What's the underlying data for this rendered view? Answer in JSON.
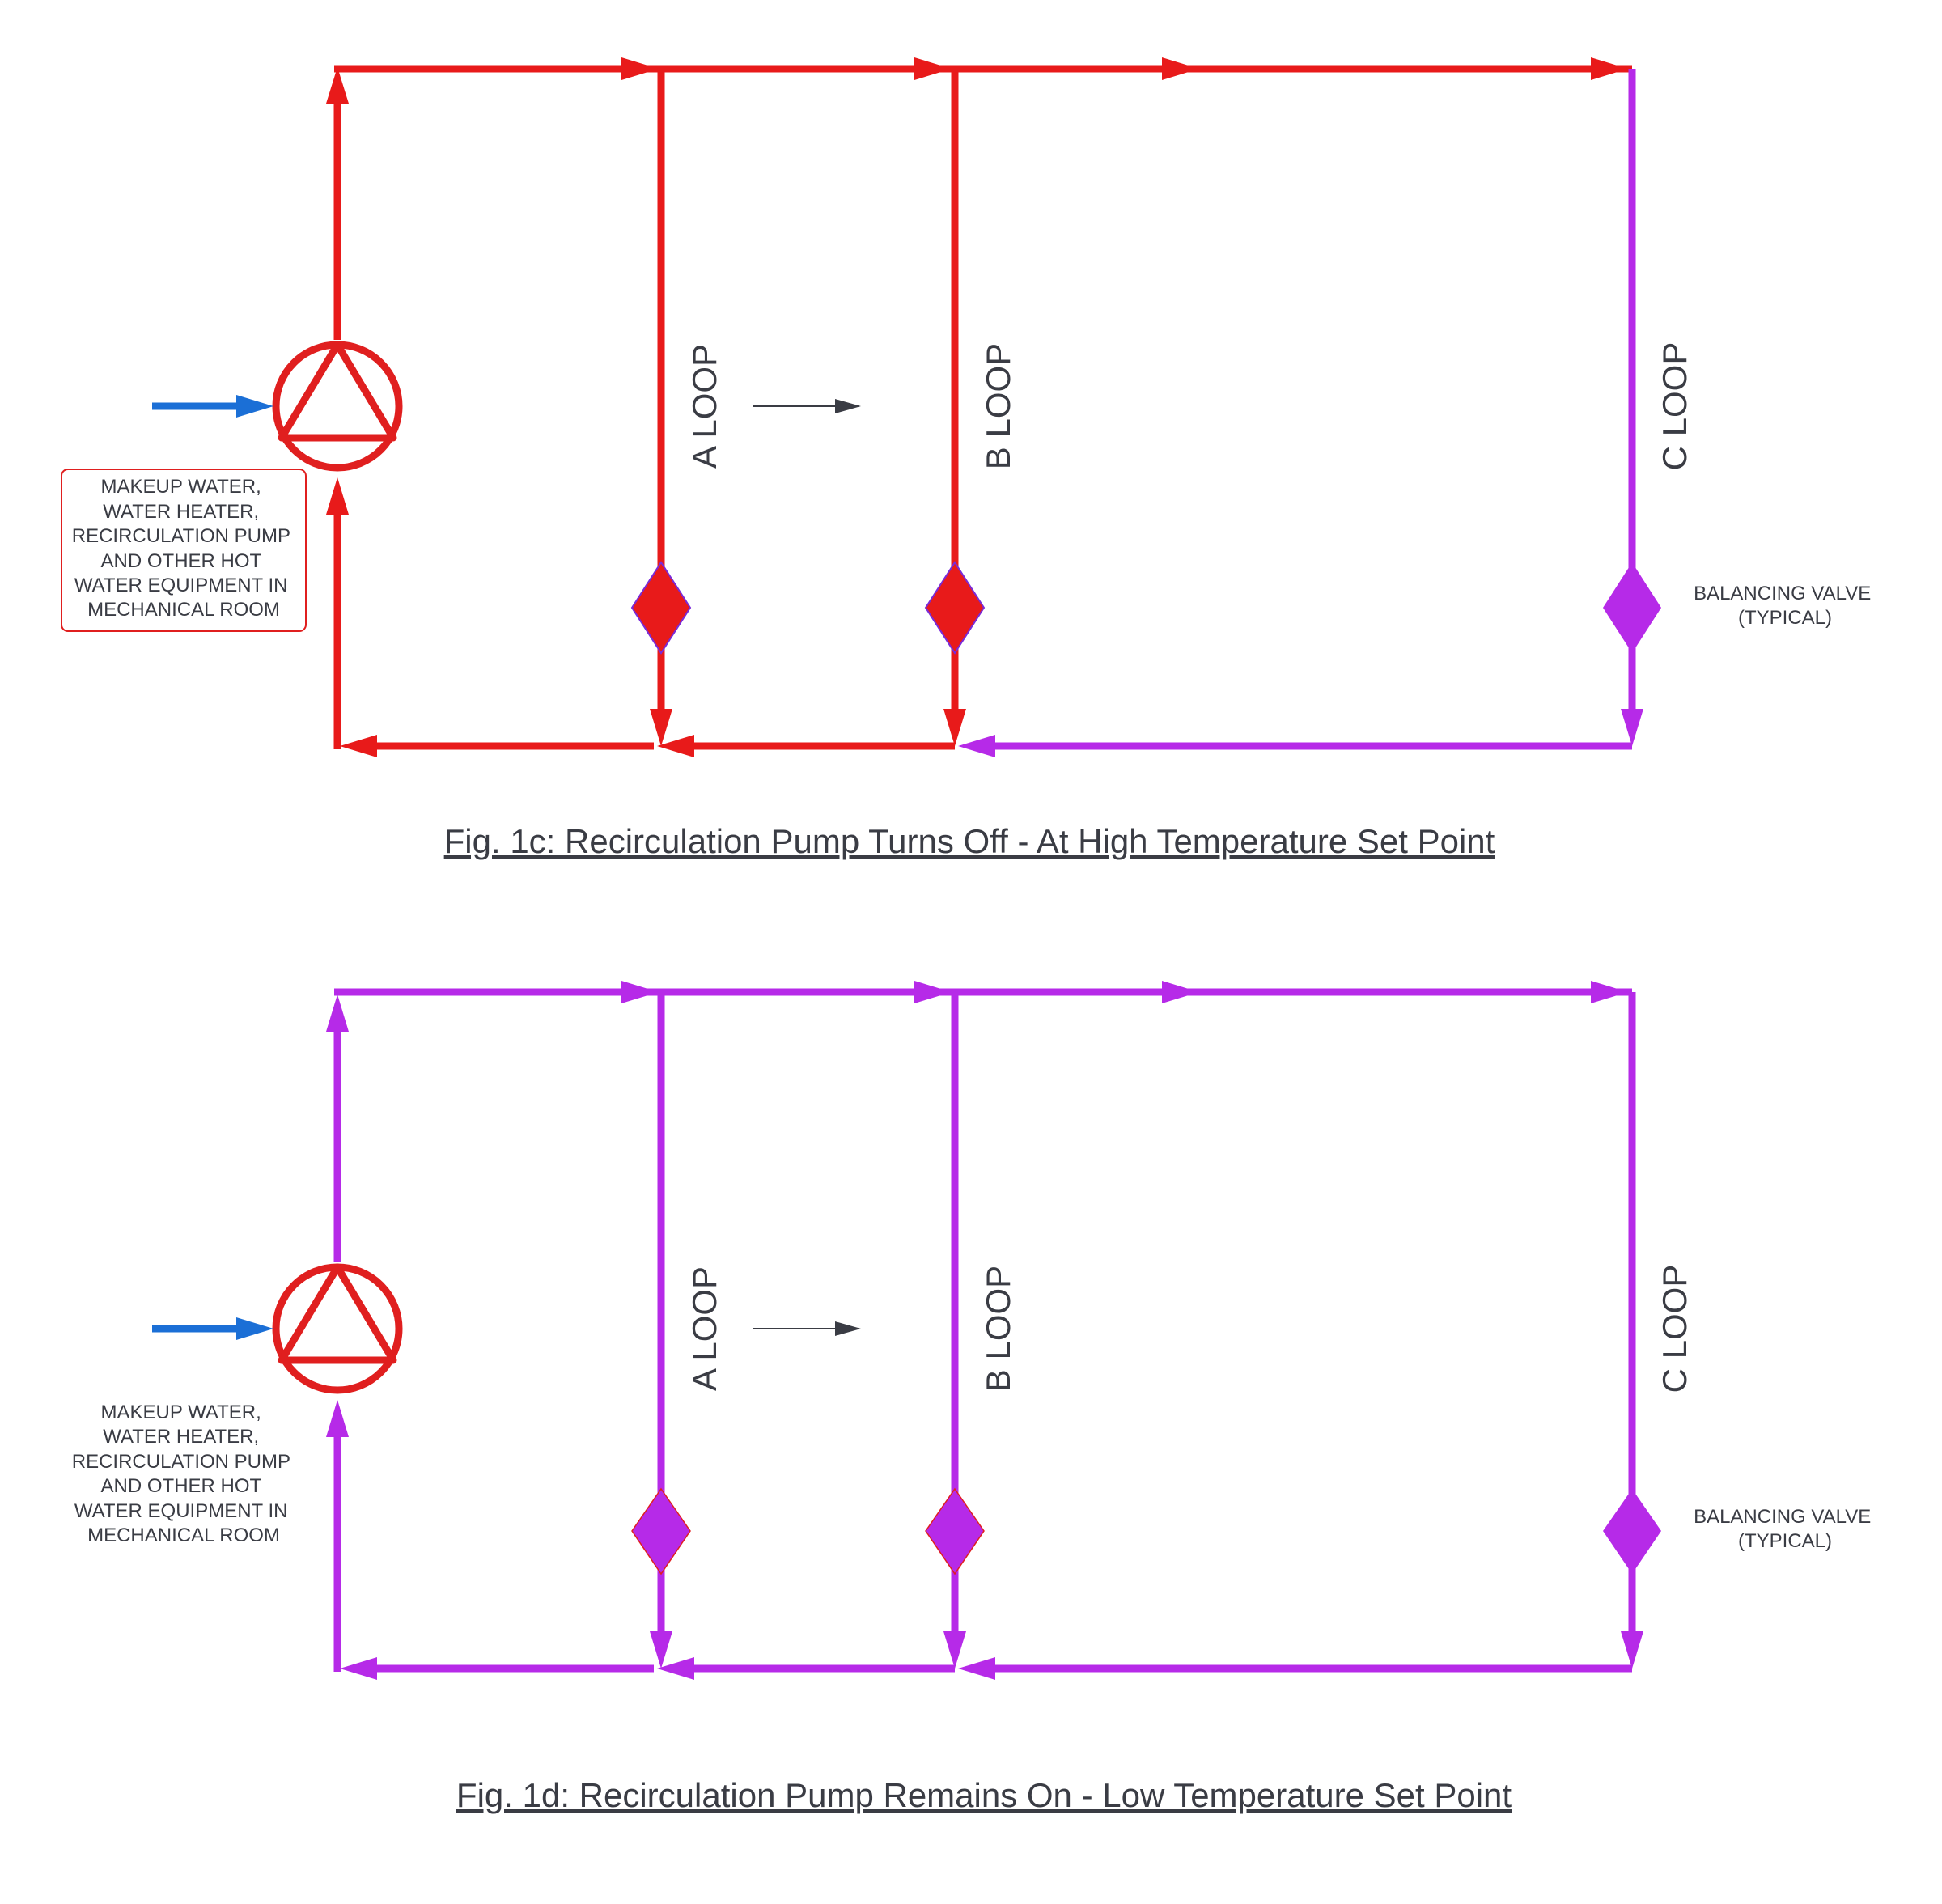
{
  "colors": {
    "hot": "#e81a1a",
    "cooled": "#b62ae8",
    "inlet": "#1b6fd6",
    "pump": "#e01f1f",
    "text": "#3a3c44",
    "note_border": "#e01f1f"
  },
  "figures": [
    {
      "id": "fig-1c",
      "caption": "Fig. 1c: Recirculation Pump Turns Off - At High Temperature Set Point",
      "loop_labels": [
        "A LOOP",
        "B LOOP",
        "C LOOP"
      ],
      "note_lines": [
        "MAKEUP WATER,",
        "WATER HEATER,",
        "RECIRCULATION PUMP",
        "AND OTHER HOT",
        "WATER EQUIPMENT IN",
        "MECHANICAL ROOM"
      ],
      "note_boxed": true,
      "valve_label_lines": [
        "BALANCING VALVE",
        "(TYPICAL)"
      ],
      "pipe_states": {
        "supply_riser": "hot",
        "supply_main": "hot",
        "loop_a": "hot",
        "loop_b": "hot",
        "loop_c": "cooled",
        "return_to_pump": "hot",
        "return_a_to_b": "hot",
        "return_b_to_c": "cooled",
        "valve_a": "hot",
        "valve_b": "hot",
        "valve_c": "cooled"
      }
    },
    {
      "id": "fig-1d",
      "caption": "Fig. 1d: Recirculation Pump Remains On - Low Temperature Set Point",
      "loop_labels": [
        "A LOOP",
        "B LOOP",
        "C LOOP"
      ],
      "note_lines": [
        "MAKEUP WATER,",
        "WATER HEATER,",
        "RECIRCULATION PUMP",
        "AND OTHER HOT",
        "WATER EQUIPMENT IN",
        "MECHANICAL ROOM"
      ],
      "note_boxed": false,
      "valve_label_lines": [
        "BALANCING VALVE",
        "(TYPICAL)"
      ],
      "pipe_states": {
        "supply_riser": "cooled",
        "supply_main": "cooled",
        "loop_a": "cooled",
        "loop_b": "cooled",
        "loop_c": "cooled",
        "return_to_pump": "cooled",
        "return_a_to_b": "cooled",
        "return_b_to_c": "cooled",
        "valve_a": "cooled",
        "valve_b": "cooled",
        "valve_c": "cooled"
      }
    }
  ]
}
